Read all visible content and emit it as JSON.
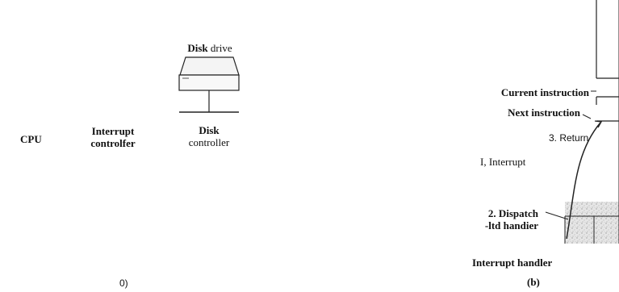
{
  "panel_a": {
    "disk_drive_title_bold": "Disk",
    "disk_drive_title_rest": " drive",
    "cpu_label": "CPU",
    "interrupt_controller_line1": "Interrupt",
    "interrupt_controller_line2": "controlfer",
    "disk_controller_line1": "Disk",
    "disk_controller_line2": "controller",
    "caption": "0)"
  },
  "panel_b": {
    "current_instruction": "Current instruction",
    "next_instruction": "Next instruction",
    "step3_return": "3. Return",
    "step1_interrupt": "I, Interrupt",
    "step2_line1": "2. Dispatch",
    "step2_line2": "-ltd handier",
    "interrupt_handler": "Interrupt handler",
    "caption": "(b)"
  }
}
